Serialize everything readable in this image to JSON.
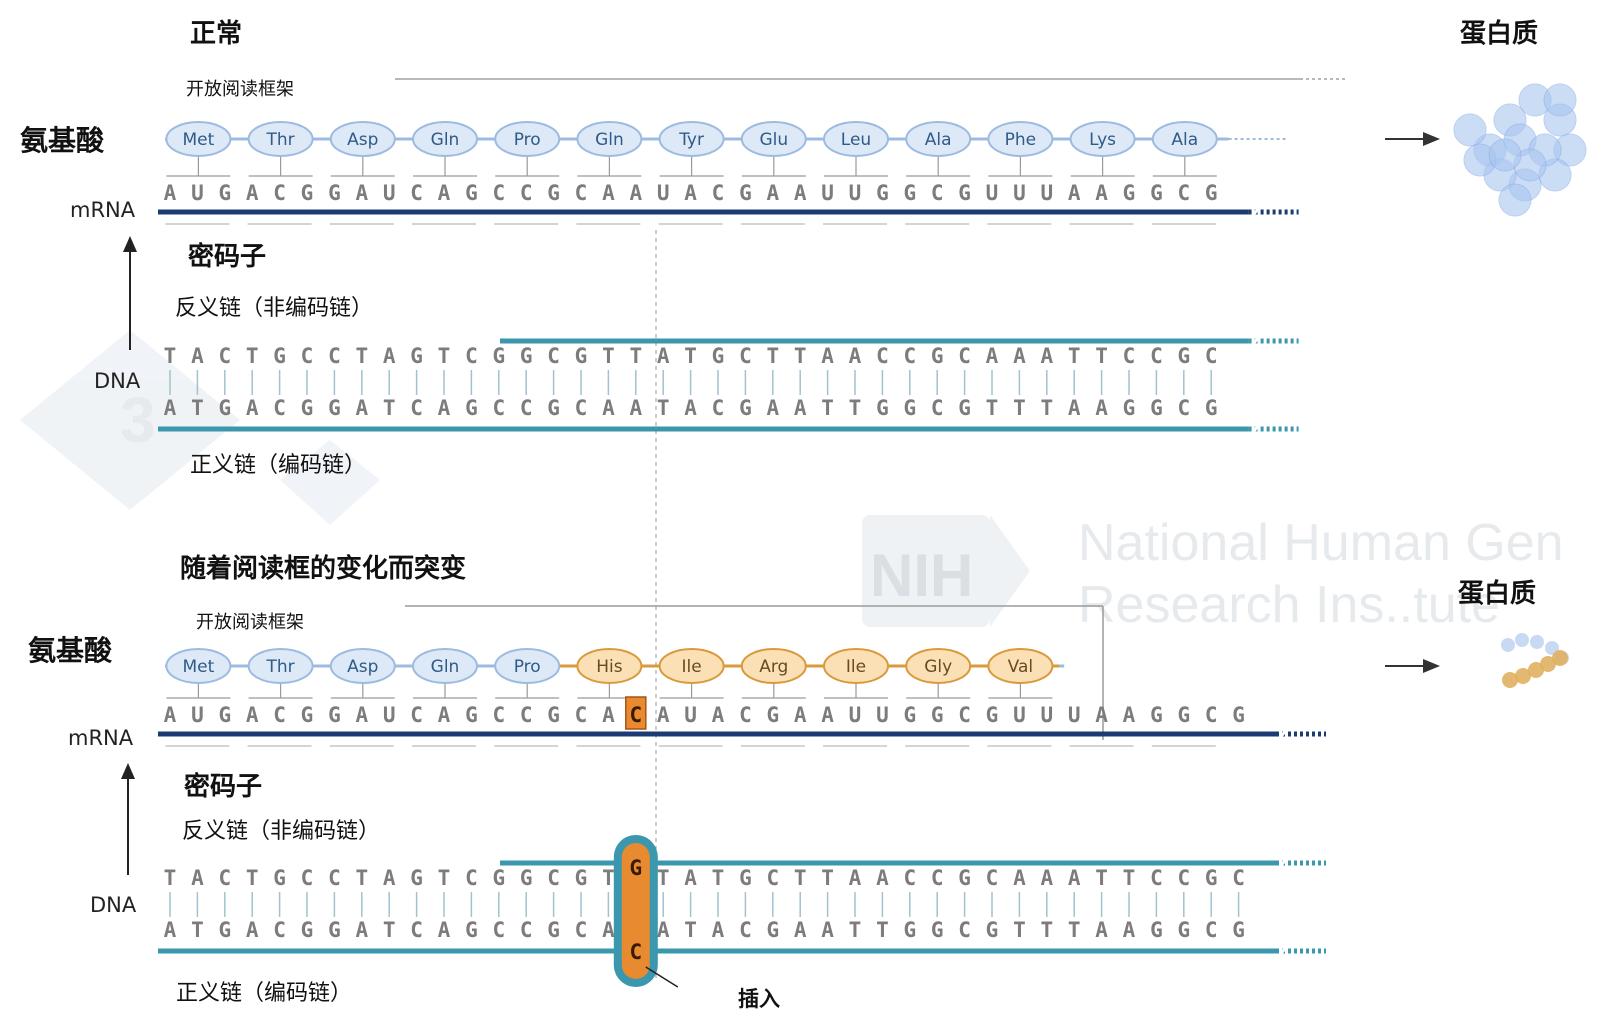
{
  "watermark": {
    "logo": "NIH",
    "line1": "National Human Gen",
    "line2": "Research Ins..tute",
    "badge": "3"
  },
  "normal": {
    "title": "正常",
    "protein_label": "蛋白质",
    "orf_label": "开放阅读框架",
    "amino_acid_label": "氨基酸",
    "mrna_label": "mRNA",
    "codon_label": "密码子",
    "antisense_label": "反义链（非编码链）",
    "dna_label": "DNA",
    "sense_label": "正义链（编码链）",
    "amino_acids": [
      "Met",
      "Thr",
      "Asp",
      "Gln",
      "Pro",
      "Gln",
      "Tyr",
      "Glu",
      "Leu",
      "Ala",
      "Phe",
      "Lys",
      "Ala"
    ],
    "mrna": "AUGACGGAUCAGCCGCAAUACGAAUUGGCGUUUAAGGCG",
    "dna_top": "TACTGCCTAGTCGGCGTTATGCTTAACCGCAAATTCCGC",
    "dna_bottom": "ATGACGGATCAGCCGCAATACGAATTGGCGTTTAAGGCG"
  },
  "mutant": {
    "title": "随着阅读框的变化而突变",
    "protein_label": "蛋白质",
    "orf_label": "开放阅读框架",
    "amino_acid_label": "氨基酸",
    "mrna_label": "mRNA",
    "codon_label": "密码子",
    "antisense_label": "反义链（非编码链）",
    "dna_label": "DNA",
    "sense_label": "正义链（编码链）",
    "insert_label": "插入",
    "amino_acids": [
      "Met",
      "Thr",
      "Asp",
      "Gln",
      "Pro",
      "His",
      "Ile",
      "Arg",
      "Ile",
      "Gly",
      "Val"
    ],
    "mutated_from_index": 5,
    "mrna": "AUGACGGAUCAGCCGCACAUACGAAUUGGCGUUUAAGGCG",
    "inserted_index": 17,
    "dna_top": "TACTGCCTAGTCGGCGTGTATGCTTAACCGCAAATTCCGC",
    "dna_bottom": "ATGACGGATCAGCCGCACATACGAATTGGCGTTTAAGGCG",
    "insert_top_base": "G",
    "insert_bottom_base": "C"
  },
  "colors": {
    "aa_normal_fill": "#dde9f7",
    "aa_normal_stroke": "#9dbbe0",
    "aa_mut_fill": "#fbe0b6",
    "aa_mut_stroke": "#d99a3c",
    "mrna_backbone": "#1d3b73",
    "dna_backbone": "#3a97ad",
    "insert": "#e88a2f",
    "base": "#7c7c7c"
  }
}
